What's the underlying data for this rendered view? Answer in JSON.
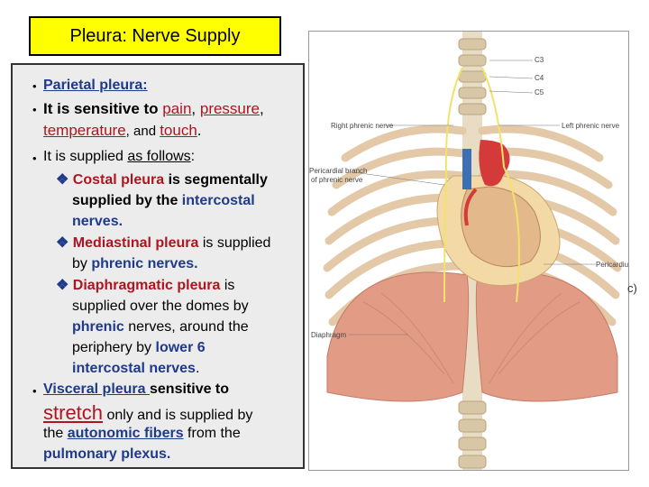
{
  "slide": {
    "title": "Pleura: Nerve Supply"
  },
  "text": {
    "parietal_heading": "Parietal pleura:",
    "sensitive_prefix": "It is sensitive to ",
    "pain": "pain",
    "comma1": ", ",
    "pressure": "pressure",
    "comma2": ",",
    "temperature": "temperature",
    "and_text": ", and ",
    "touch": "touch",
    "period": ".",
    "supplied_prefix": "It is supplied ",
    "as_follows": "as follows",
    "colon": ":",
    "costal_label": "Costal pleura",
    "costal_rest1": " is segmentally",
    "costal_line2_a": "supplied by the ",
    "intercostal": "intercostal",
    "costal_line3": "nerves.",
    "mediastinal_label": "Mediastinal pleura",
    "mediastinal_rest1": " is supplied",
    "mediastinal_line2_a": "by ",
    "mediastinal_line2_b": "phrenic nerves.",
    "diaphragmatic_label": "Diaphragmatic pleura",
    "diaphragmatic_rest1": " is",
    "diaph_line2": "supplied over the domes by",
    "phrenic": "phrenic",
    "diaph_line3_rest": " nerves, around the",
    "diaph_line4_a": "periphery by ",
    "lower6": "lower 6",
    "diaph_line5": "intercostal nerves",
    "diaph_line5_end": ".",
    "visceral_label": "Visceral pleura ",
    "visceral_rest1": "sensitive to",
    "stretch": "stretch",
    "visceral_rest2": " only and is supplied by",
    "vis_line3_a": "the ",
    "autonomic_fibers": "autonomic fibers",
    "vis_line3_b": " from the",
    "pulmonary_plexus": "pulmonary plexus."
  },
  "figure": {
    "labels": {
      "c3": "C3",
      "c4": "C4",
      "c5": "C5",
      "right_phrenic": "Right phrenic nerve",
      "left_phrenic": "Left phrenic nerve",
      "pericardial_branch": "Pericardial branch",
      "of_phrenic": "of phrenic nerve",
      "pericardium": "Pericardium",
      "diaphragm": "Diaphragm"
    },
    "edge_letter": "c)"
  },
  "colors": {
    "title_bg": "#ffff00",
    "panel_bg": "#ececec",
    "accent_blue": "#1f3a8a",
    "accent_red": "#b0141e"
  }
}
